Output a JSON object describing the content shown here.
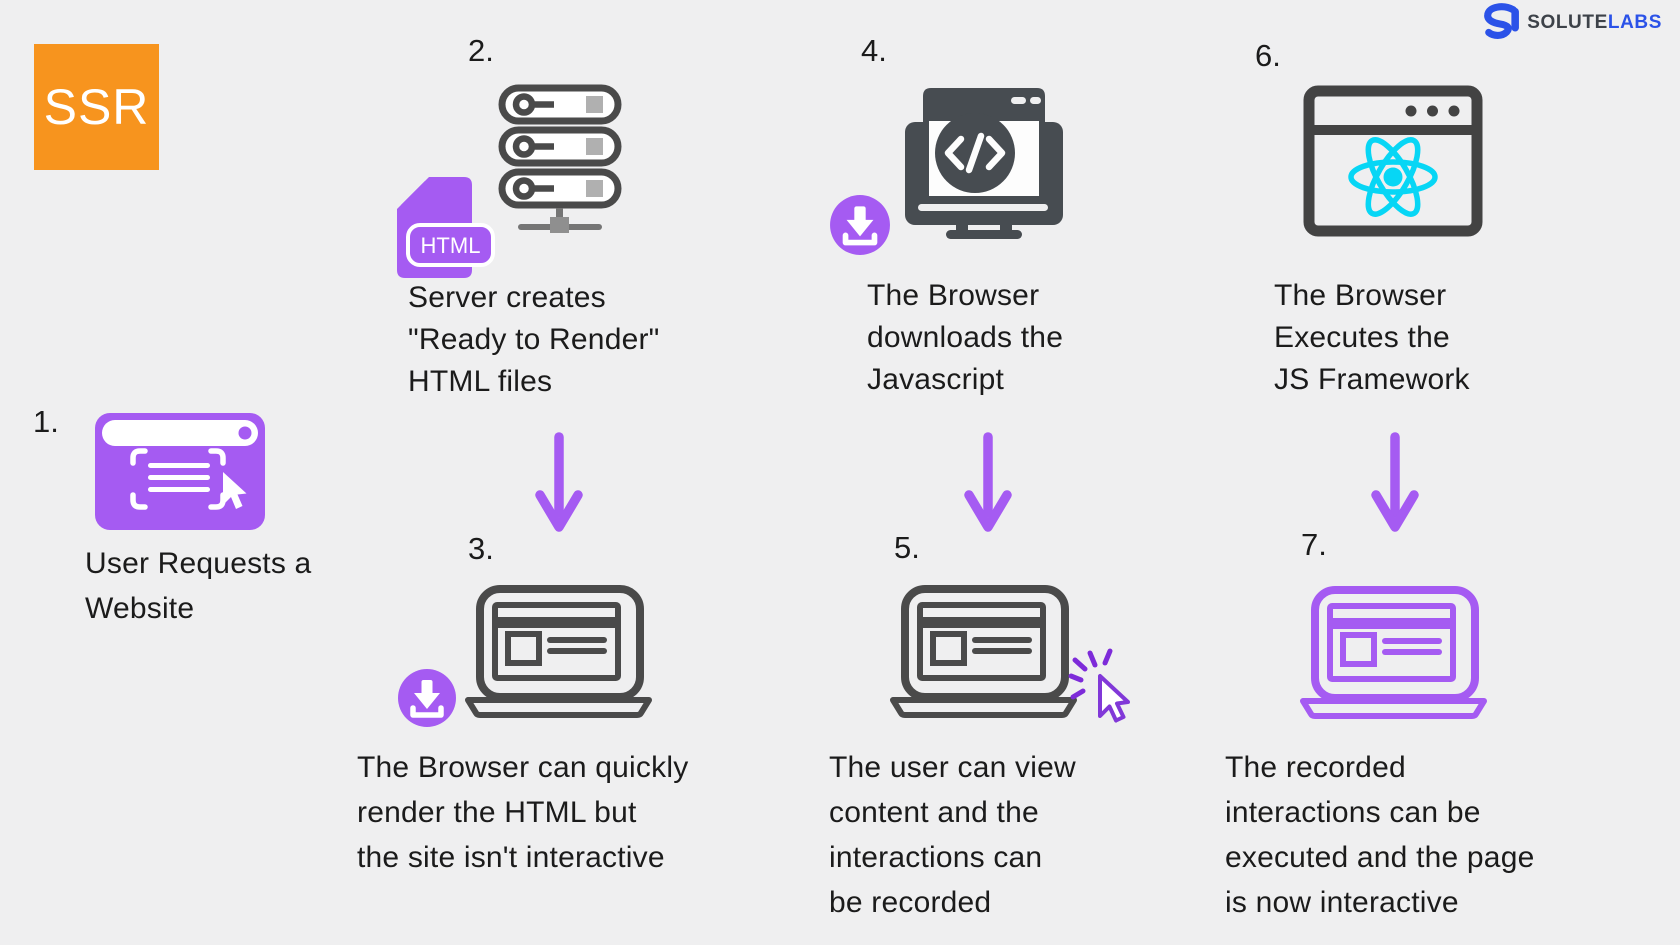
{
  "badge": {
    "label": "SSR"
  },
  "logo": {
    "word1": "SOLUTE",
    "word2": "LABS"
  },
  "colors": {
    "background": "#efeff0",
    "badge_orange": "#f7941e",
    "accent_purple": "#a55bf2",
    "cursor_violet": "#7d2bd9",
    "icon_dark": "#4a4a4a",
    "monitor_dark": "#474c51",
    "react_cyan": "#07d6f5",
    "logo_blue": "#2b52e8",
    "text": "#1b1b1b"
  },
  "steps": [
    {
      "num": "1.",
      "icon": "browser-request-icon",
      "lines": [
        "User Requests a",
        "Website"
      ]
    },
    {
      "num": "2.",
      "icon": "server-stack-icon",
      "file_label": "HTML",
      "lines": [
        "Server creates",
        "\"Ready to Render\"",
        "HTML files"
      ]
    },
    {
      "num": "3.",
      "icon": "laptop-download-icon",
      "lines": [
        "The Browser can quickly",
        "render the HTML but",
        "the site isn't interactive"
      ]
    },
    {
      "num": "4.",
      "icon": "monitor-code-download-icon",
      "lines": [
        "The Browser",
        "downloads the",
        "Javascript"
      ]
    },
    {
      "num": "5.",
      "icon": "laptop-click-icon",
      "lines": [
        "The user can view",
        "content and the",
        "interactions can",
        "be recorded"
      ]
    },
    {
      "num": "6.",
      "icon": "browser-react-icon",
      "lines": [
        "The Browser",
        "Executes the",
        "JS Framework"
      ]
    },
    {
      "num": "7.",
      "icon": "laptop-interactive-icon",
      "lines": [
        "The recorded",
        "interactions can be",
        "executed and the page",
        "is now interactive"
      ]
    }
  ]
}
